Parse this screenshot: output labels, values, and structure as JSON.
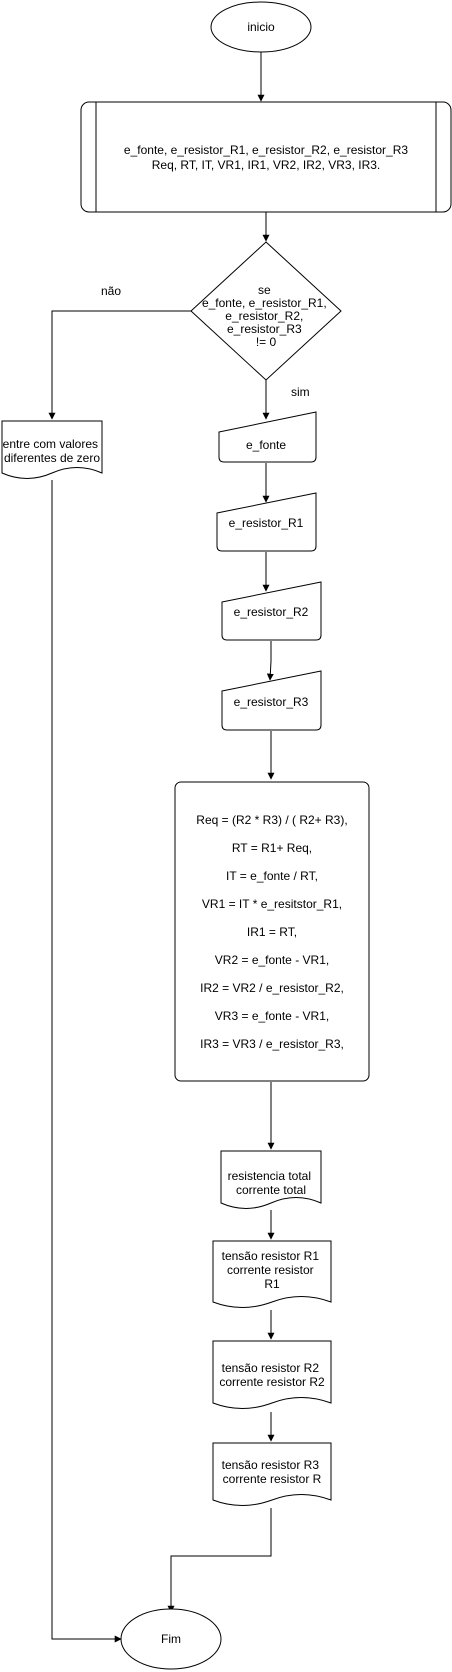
{
  "colors": {
    "stroke": "#000000",
    "fill": "#ffffff",
    "text": "#000000"
  },
  "start": {
    "label": "inicio"
  },
  "declaration": {
    "line1": "e_fonte, e_resistor_R1, e_resistor_R2, e_resistor_R3",
    "line2": "Req, RT, IT, VR1, IR1, VR2, IR2, VR3, IR3."
  },
  "decision": {
    "lines": [
      "se",
      "e_fonte, e_resistor_R1,",
      "e_resistor_R2,",
      "e_resistor_R3",
      "!= 0"
    ],
    "yes_label": "sim",
    "no_label": "não"
  },
  "error_output": {
    "lines": [
      "entre com valores",
      "diferentes de zero"
    ]
  },
  "inputs": [
    "e_fonte",
    "e_resistor_R1",
    "e_resistor_R2",
    "e_resistor_R3"
  ],
  "process": {
    "lines": [
      "Req = (R2 * R3) / ( R2+ R3),",
      "RT = R1+ Req,",
      "IT = e_fonte / RT,",
      "VR1 = IT * e_resitstor_R1,",
      "IR1 = RT,",
      "VR2 = e_fonte - VR1,",
      "IR2 = VR2  / e_resistor_R2,",
      "VR3 = e_fonte - VR1,",
      "IR3 = VR3 / e_resistor_R3,"
    ]
  },
  "outputs": [
    {
      "lines": [
        "resistencia total",
        "corrente total"
      ]
    },
    {
      "lines": [
        "tensão resistor R1",
        "corrente resistor",
        "R1"
      ]
    },
    {
      "lines": [
        "tensão resistor R2",
        "corrente resistor R2"
      ]
    },
    {
      "lines": [
        "tensão resistor R3",
        "corrente resistor R"
      ]
    }
  ],
  "end": {
    "label": "Fim"
  }
}
